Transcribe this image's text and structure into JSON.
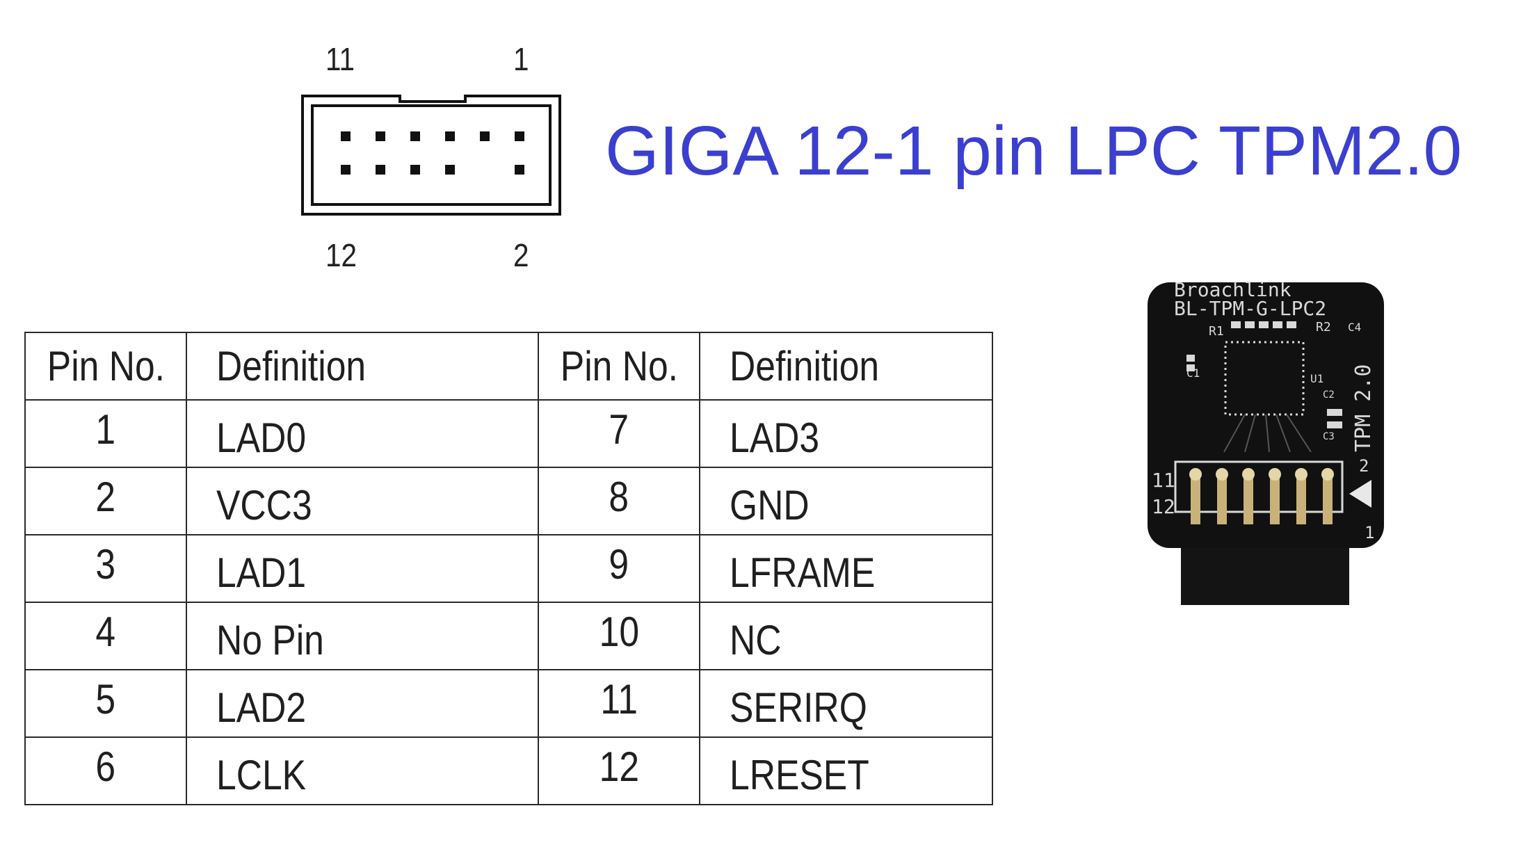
{
  "title": "GIGA 12-1 pin LPC TPM2.0",
  "connector_labels": {
    "top_left": "11",
    "top_right": "1",
    "bottom_left": "12",
    "bottom_right": "2"
  },
  "table": {
    "headers": [
      "Pin No.",
      "Definition",
      "Pin No.",
      "Definition"
    ],
    "rows": [
      [
        "1",
        "LAD0",
        "7",
        "LAD3"
      ],
      [
        "2",
        "VCC3",
        "8",
        "GND"
      ],
      [
        "3",
        "LAD1",
        "9",
        "LFRAME"
      ],
      [
        "4",
        "No Pin",
        "10",
        "NC"
      ],
      [
        "5",
        "LAD2",
        "11",
        "SERIRQ"
      ],
      [
        "6",
        "LCLK",
        "12",
        "LRESET"
      ]
    ]
  },
  "module": {
    "brand_text": "Broachlink",
    "model_text": "BL-TPM-G-LPC2",
    "side_text": "TPM 2.0",
    "silkscreen": {
      "r1": "R1",
      "r2": "R2",
      "c1": "C1",
      "c2": "C2",
      "c3": "C3",
      "c4": "C4",
      "u1": "U1",
      "pin11": "11",
      "pin12": "12",
      "pin2": "2",
      "pin1": "1"
    }
  },
  "colors": {
    "title": "#3b3fcf",
    "board": "#111111",
    "silkscreen": "#d9d9d9",
    "pins": "#c9b27a"
  }
}
